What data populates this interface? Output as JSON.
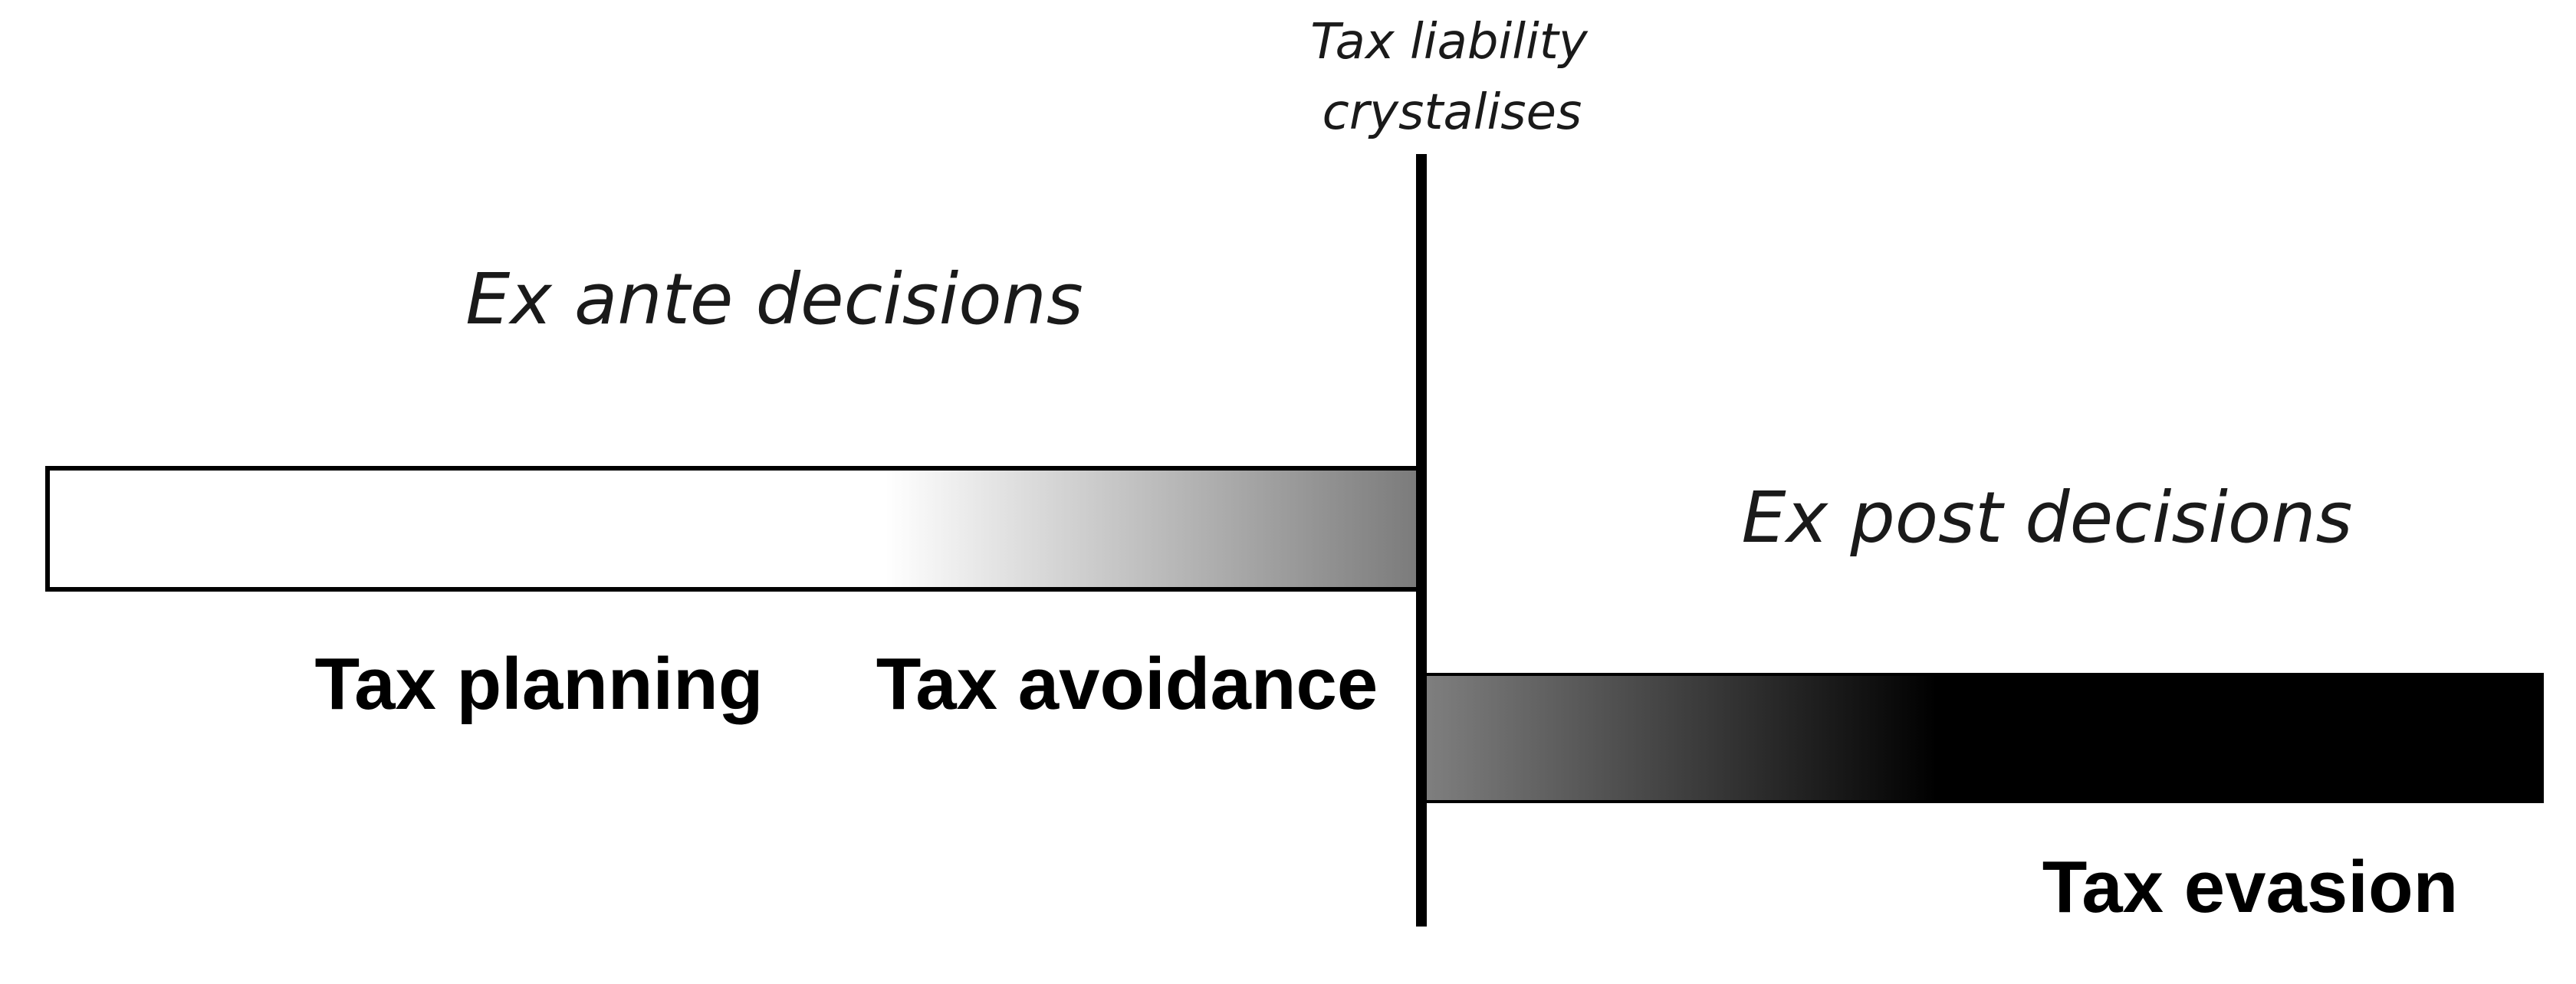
{
  "diagram": {
    "marker": {
      "line1": "Tax liability",
      "line2": "crystalises"
    },
    "ex_ante_label": "Ex ante decisions",
    "ex_post_label": "Ex post decisions",
    "tax_planning_label": "Tax planning",
    "tax_avoidance_label": "Tax avoidance",
    "tax_evasion_label": "Tax evasion",
    "colors": {
      "line": "#000000",
      "bar_outline": "#000000",
      "ex_ante_gradient": [
        "#ffffff",
        "#808080"
      ],
      "ex_post_gradient": [
        "#7f7f7f",
        "#000000"
      ]
    }
  }
}
